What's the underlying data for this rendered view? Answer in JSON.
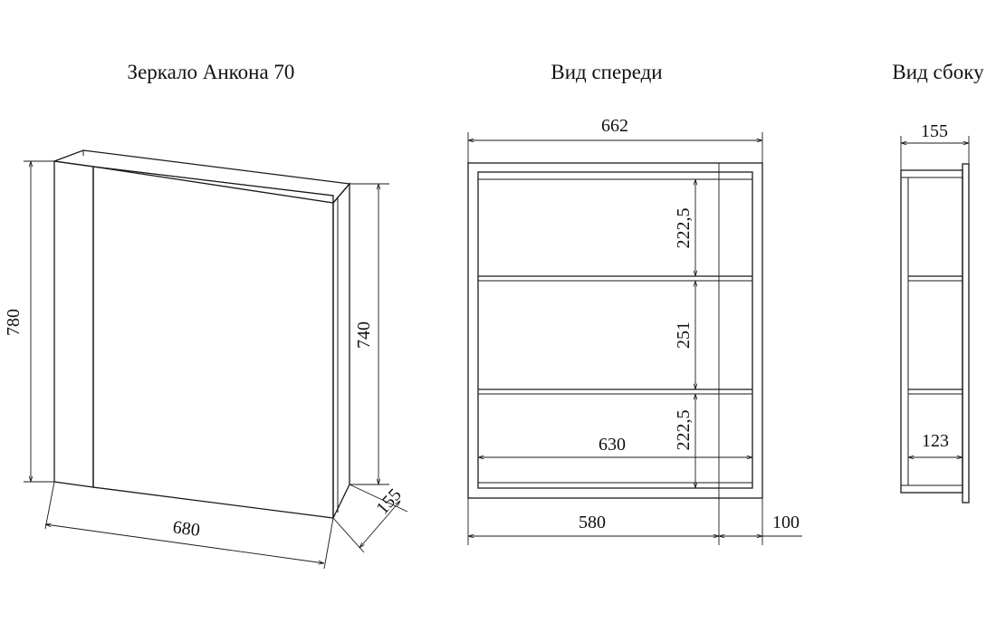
{
  "titles": {
    "left": "Зеркало Анкона 70",
    "front": "Вид спереди",
    "side": "Вид сбоку"
  },
  "dimensions": {
    "height_overall": "780",
    "height_body": "740",
    "width_perspective": "680",
    "depth_perspective": "155",
    "width_top": "662",
    "section_top": "222,5",
    "section_mid": "251",
    "section_bottom": "222,5",
    "inner_width": "630",
    "bottom_width": "580",
    "overhang": "100",
    "side_depth": "155",
    "side_inner_depth": "123"
  }
}
